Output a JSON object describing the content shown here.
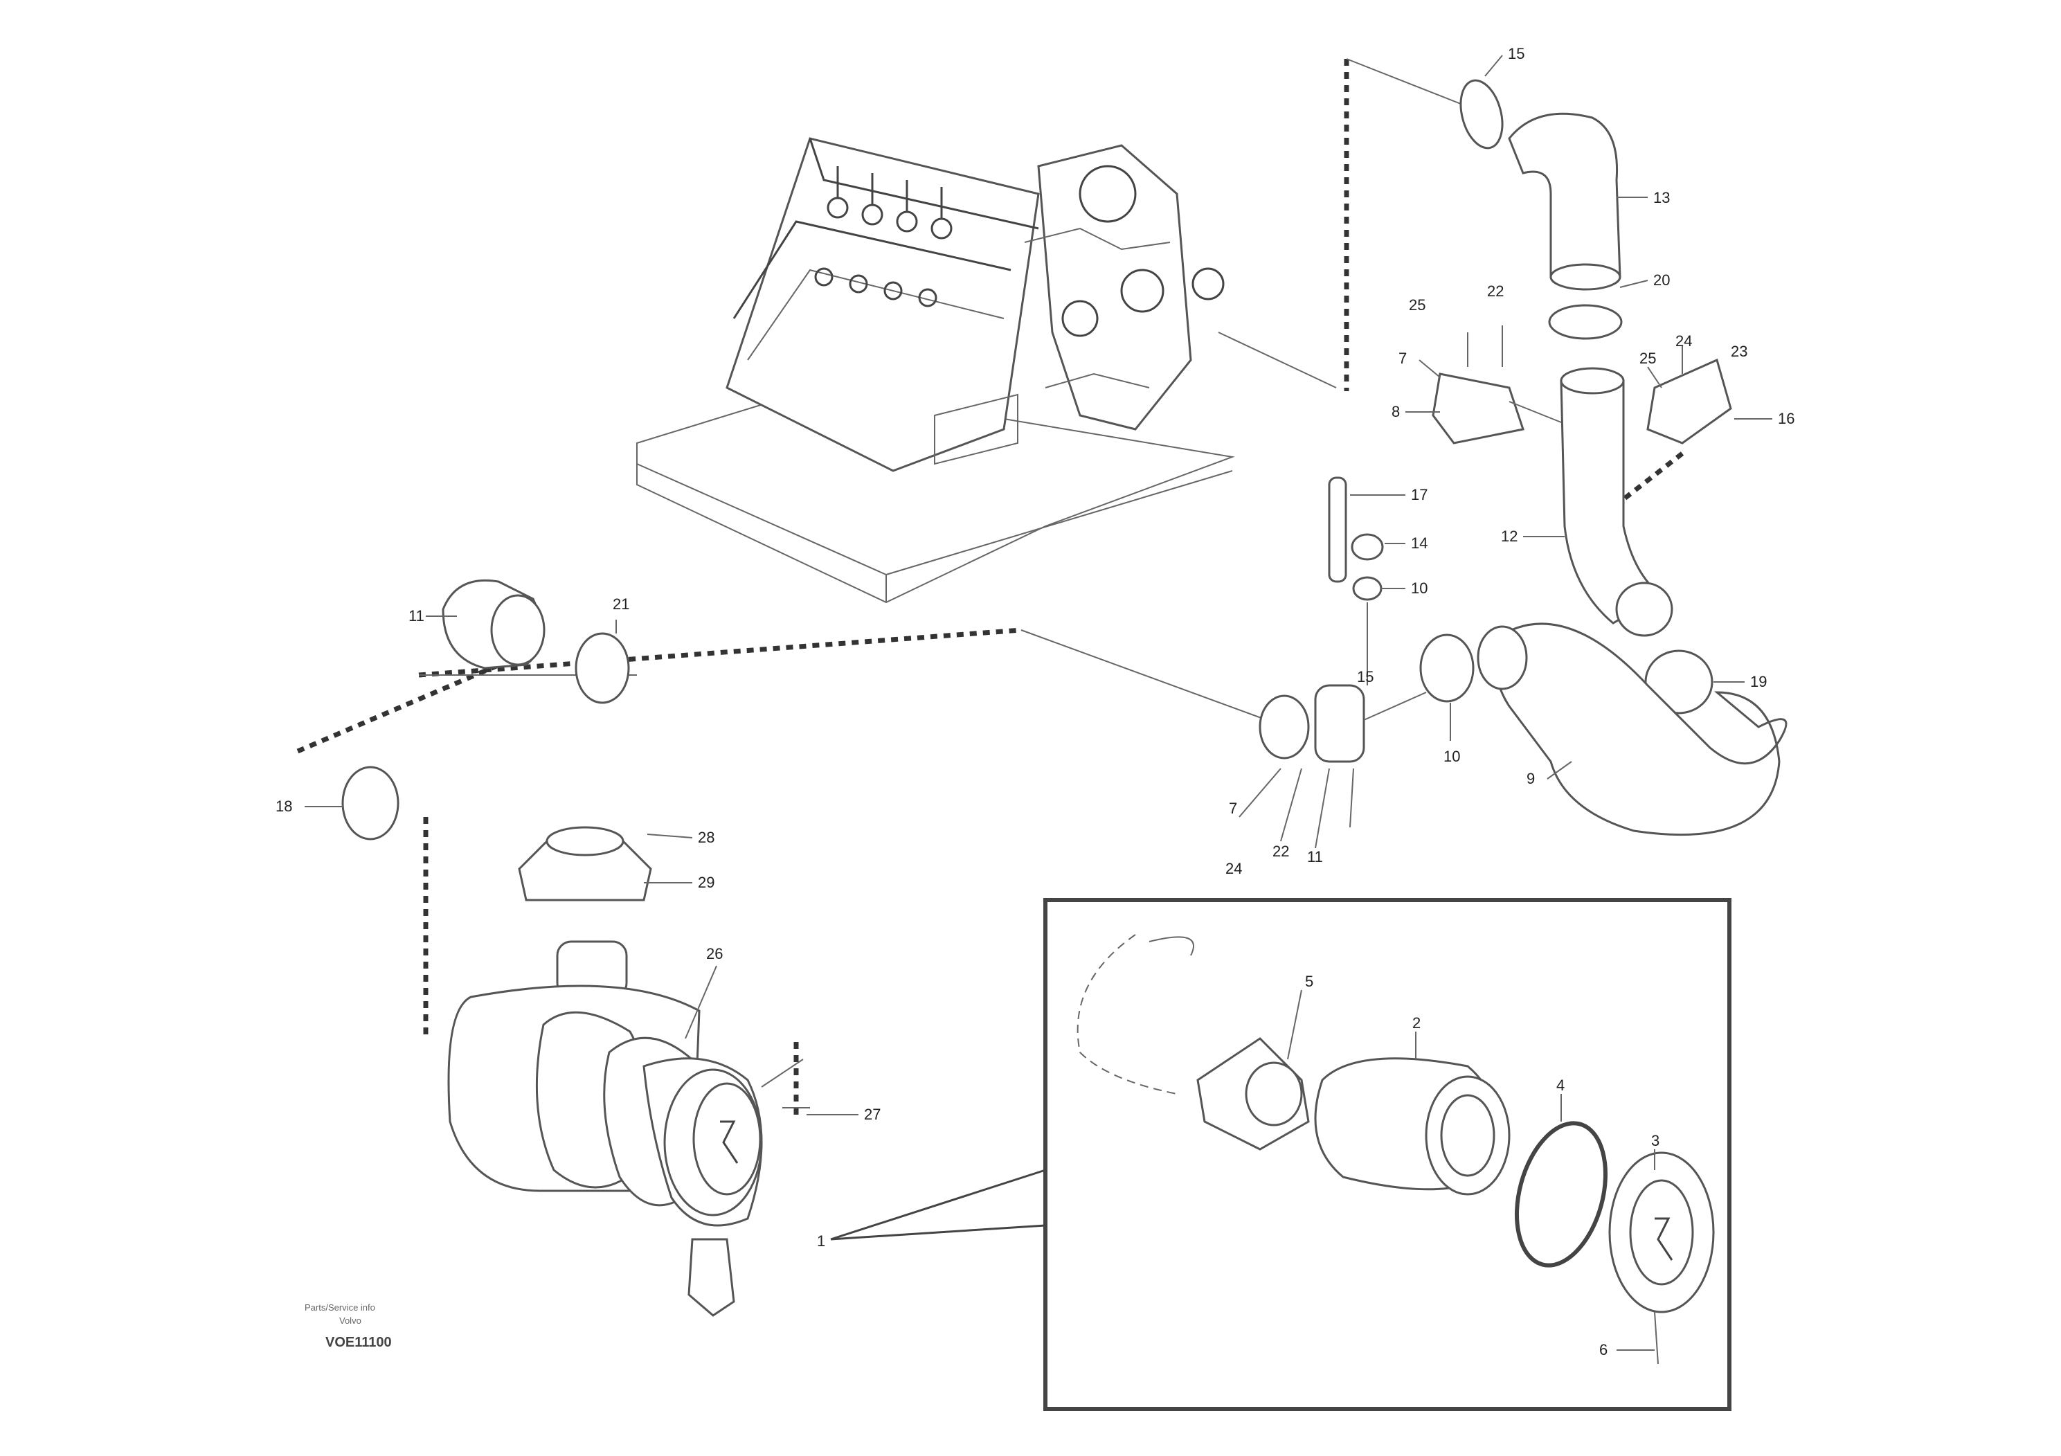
{
  "labels": {
    "c15_top": "15",
    "c13_top": "13",
    "c20_top": "20",
    "c25_a": "25",
    "c22_a": "22",
    "c7_a": "7",
    "c8_a": "8",
    "c25_b": "25",
    "c24_a": "24",
    "c23_a": "23",
    "c16_a": "16",
    "c17_a": "17",
    "c14_a": "14",
    "c10_a": "10",
    "c12_a": "12",
    "c10_b": "10",
    "c19_a": "19",
    "c15_b": "15",
    "c9_a": "9",
    "c7_b": "7",
    "c22_b": "22",
    "c11_a": "11",
    "c24_b": "24",
    "c21_a": "21",
    "c11_b": "11",
    "c18_a": "18",
    "c28_a": "28",
    "c29_a": "29",
    "c26_a": "26",
    "c27_a": "27",
    "c1_a": "1",
    "c5_a": "5",
    "c2_a": "2",
    "c4_a": "4",
    "c3_a": "3",
    "c6_a": "6"
  },
  "footer": {
    "line1": "Parts/Service info",
    "line2": "Volvo",
    "id": "VOE11100"
  }
}
